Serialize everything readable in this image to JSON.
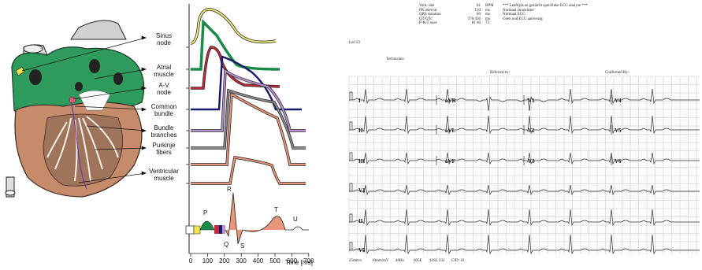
{
  "diagram": {
    "labels": [
      {
        "id": "sinus",
        "text": "Sinus\nnode",
        "color": "#e8e86a"
      },
      {
        "id": "atrial",
        "text": "Atrial\nmuscle",
        "color": "#1a9a5a"
      },
      {
        "id": "av",
        "text": "A-V\nnode",
        "color": "#c62a3a"
      },
      {
        "id": "common",
        "text": "Common\nbundle",
        "color": "#1a1a6a"
      },
      {
        "id": "bundle",
        "text": "Bundle\nbranches",
        "color": "#a070c0"
      },
      {
        "id": "purkinje",
        "text": "Purkinje\nfibers",
        "color": "#555555"
      },
      {
        "id": "ventricular",
        "text": "Ventricular\nmuscle",
        "color": "#e07a5a"
      }
    ],
    "wave_labels": [
      "P",
      "Q",
      "R",
      "S",
      "T",
      "U"
    ],
    "time_axis": {
      "ticks": [
        "0",
        "100",
        "200",
        "300",
        "400",
        "500",
        "600",
        "700"
      ],
      "label": "Time [ms]"
    }
  },
  "ecg": {
    "loc": "Loc:23",
    "technician": "Technician:",
    "referred_by": "Referred by:",
    "confirmed_by": "Confirmed By:",
    "measurements": [
      {
        "name": "Vent. rate",
        "value": "81",
        "unit": "BPM"
      },
      {
        "name": "PR interval",
        "value": "120",
        "unit": "ms"
      },
      {
        "name": "QRS duration",
        "value": "80",
        "unit": "ms"
      },
      {
        "name": "QT/QTc",
        "value": "376/436",
        "unit": "ms"
      },
      {
        "name": "P-R-T axes",
        "value": "81  80",
        "unit": "73"
      }
    ],
    "interpretation": [
      "*** Leeftijds en geslacht specifieke ECG analyse ***",
      "Normaal sinusritme",
      "Normaal ECG",
      "Geen oud ECG aanwezig"
    ],
    "leads_row1": [
      "I",
      "aVR",
      "V1",
      "V4"
    ],
    "leads_row2": [
      "II",
      "aVL",
      "V2",
      "V5"
    ],
    "leads_row3": [
      "III",
      "aVF",
      "V3",
      "V6"
    ],
    "rhythm_leads": [
      "V1",
      "II",
      "V5"
    ],
    "footer": [
      "25mm/s",
      "10mm/mV",
      "40Hz",
      "005E",
      "12SL 233",
      "CID: 10"
    ]
  },
  "colors": {
    "grid_major": "#c8c8c8",
    "grid_minor": "#eeeeee",
    "trace": "#333333"
  }
}
